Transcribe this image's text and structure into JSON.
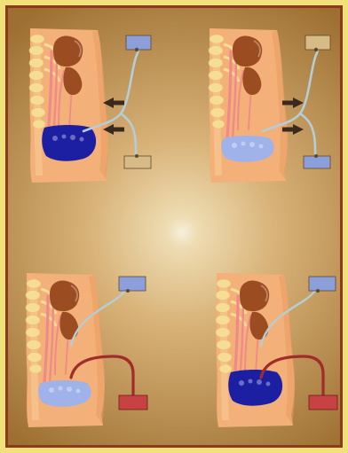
{
  "colors": {
    "outer_border": "#f2e07a",
    "frame_edge": "#8a3b1c",
    "background_center": "#f7f0dc",
    "background_mid": "#d8b278",
    "background_edge": "#9d6f31",
    "skin": "#f3b078",
    "skin_shade": "#e89c63",
    "skin_highlight": "#f9cf9d",
    "spine": "#f6dd96",
    "kidney": "#9b4d21",
    "vessel": "#f08a8a",
    "dialysate_full": "#1c1fa2",
    "dialysate_drained": "#9fb3ea",
    "catheter": "#b3ced6",
    "bag_fill": "#8c9fda",
    "bag_empty": "#d7bb86",
    "transfer_tube": "#a02c2c",
    "transfer_bag": "#c74343",
    "arrow": "#3a2a1e"
  },
  "panels": [
    {
      "id": "top-left",
      "state": "fluid-in",
      "abdomen": "full",
      "upper_bag": "full",
      "lower_bag": "empty",
      "arrows": "toward-body"
    },
    {
      "id": "top-right",
      "state": "fluid-out",
      "abdomen": "drained",
      "upper_bag": "empty",
      "lower_bag": "full",
      "arrows": "away-from-body"
    },
    {
      "id": "bottom-left",
      "state": "transfer-empty",
      "abdomen": "drained",
      "upper_bag": "full",
      "lower_bag": "red-bag",
      "arrows": "none"
    },
    {
      "id": "bottom-right",
      "state": "transfer-full",
      "abdomen": "full",
      "upper_bag": "full",
      "lower_bag": "red-bag",
      "arrows": "none"
    }
  ]
}
